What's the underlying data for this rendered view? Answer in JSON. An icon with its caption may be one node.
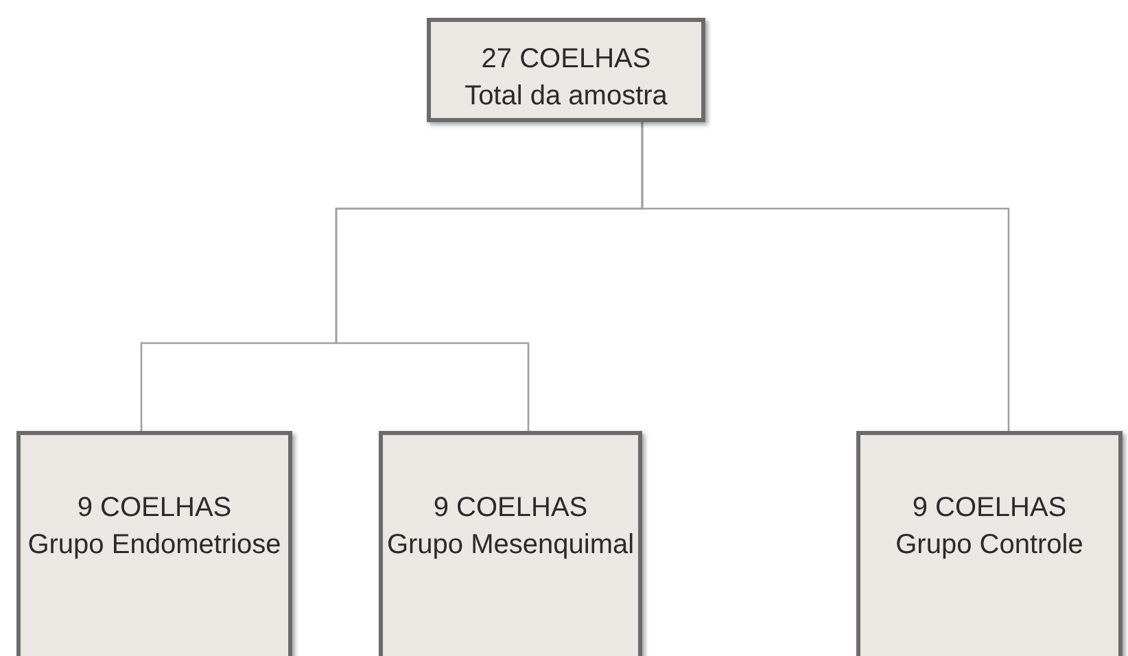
{
  "diagram": {
    "nodes": [
      {
        "text": [
          "27 COELHAS",
          "Total da amostra"
        ]
      },
      {
        "text": [
          "9 COELHAS",
          "Grupo Endometriose"
        ]
      },
      {
        "text": [
          "9 COELHAS",
          "Grupo Mesenquimal"
        ]
      },
      {
        "text": [
          "9 COELHAS",
          "Grupo Controle"
        ]
      }
    ],
    "edges": [
      {
        "from": 0,
        "to": 1,
        "arrow": "none"
      },
      {
        "from": 0,
        "to": 2,
        "arrow": "none"
      },
      {
        "from": 0,
        "to": 3,
        "arrow": "none"
      }
    ]
  }
}
